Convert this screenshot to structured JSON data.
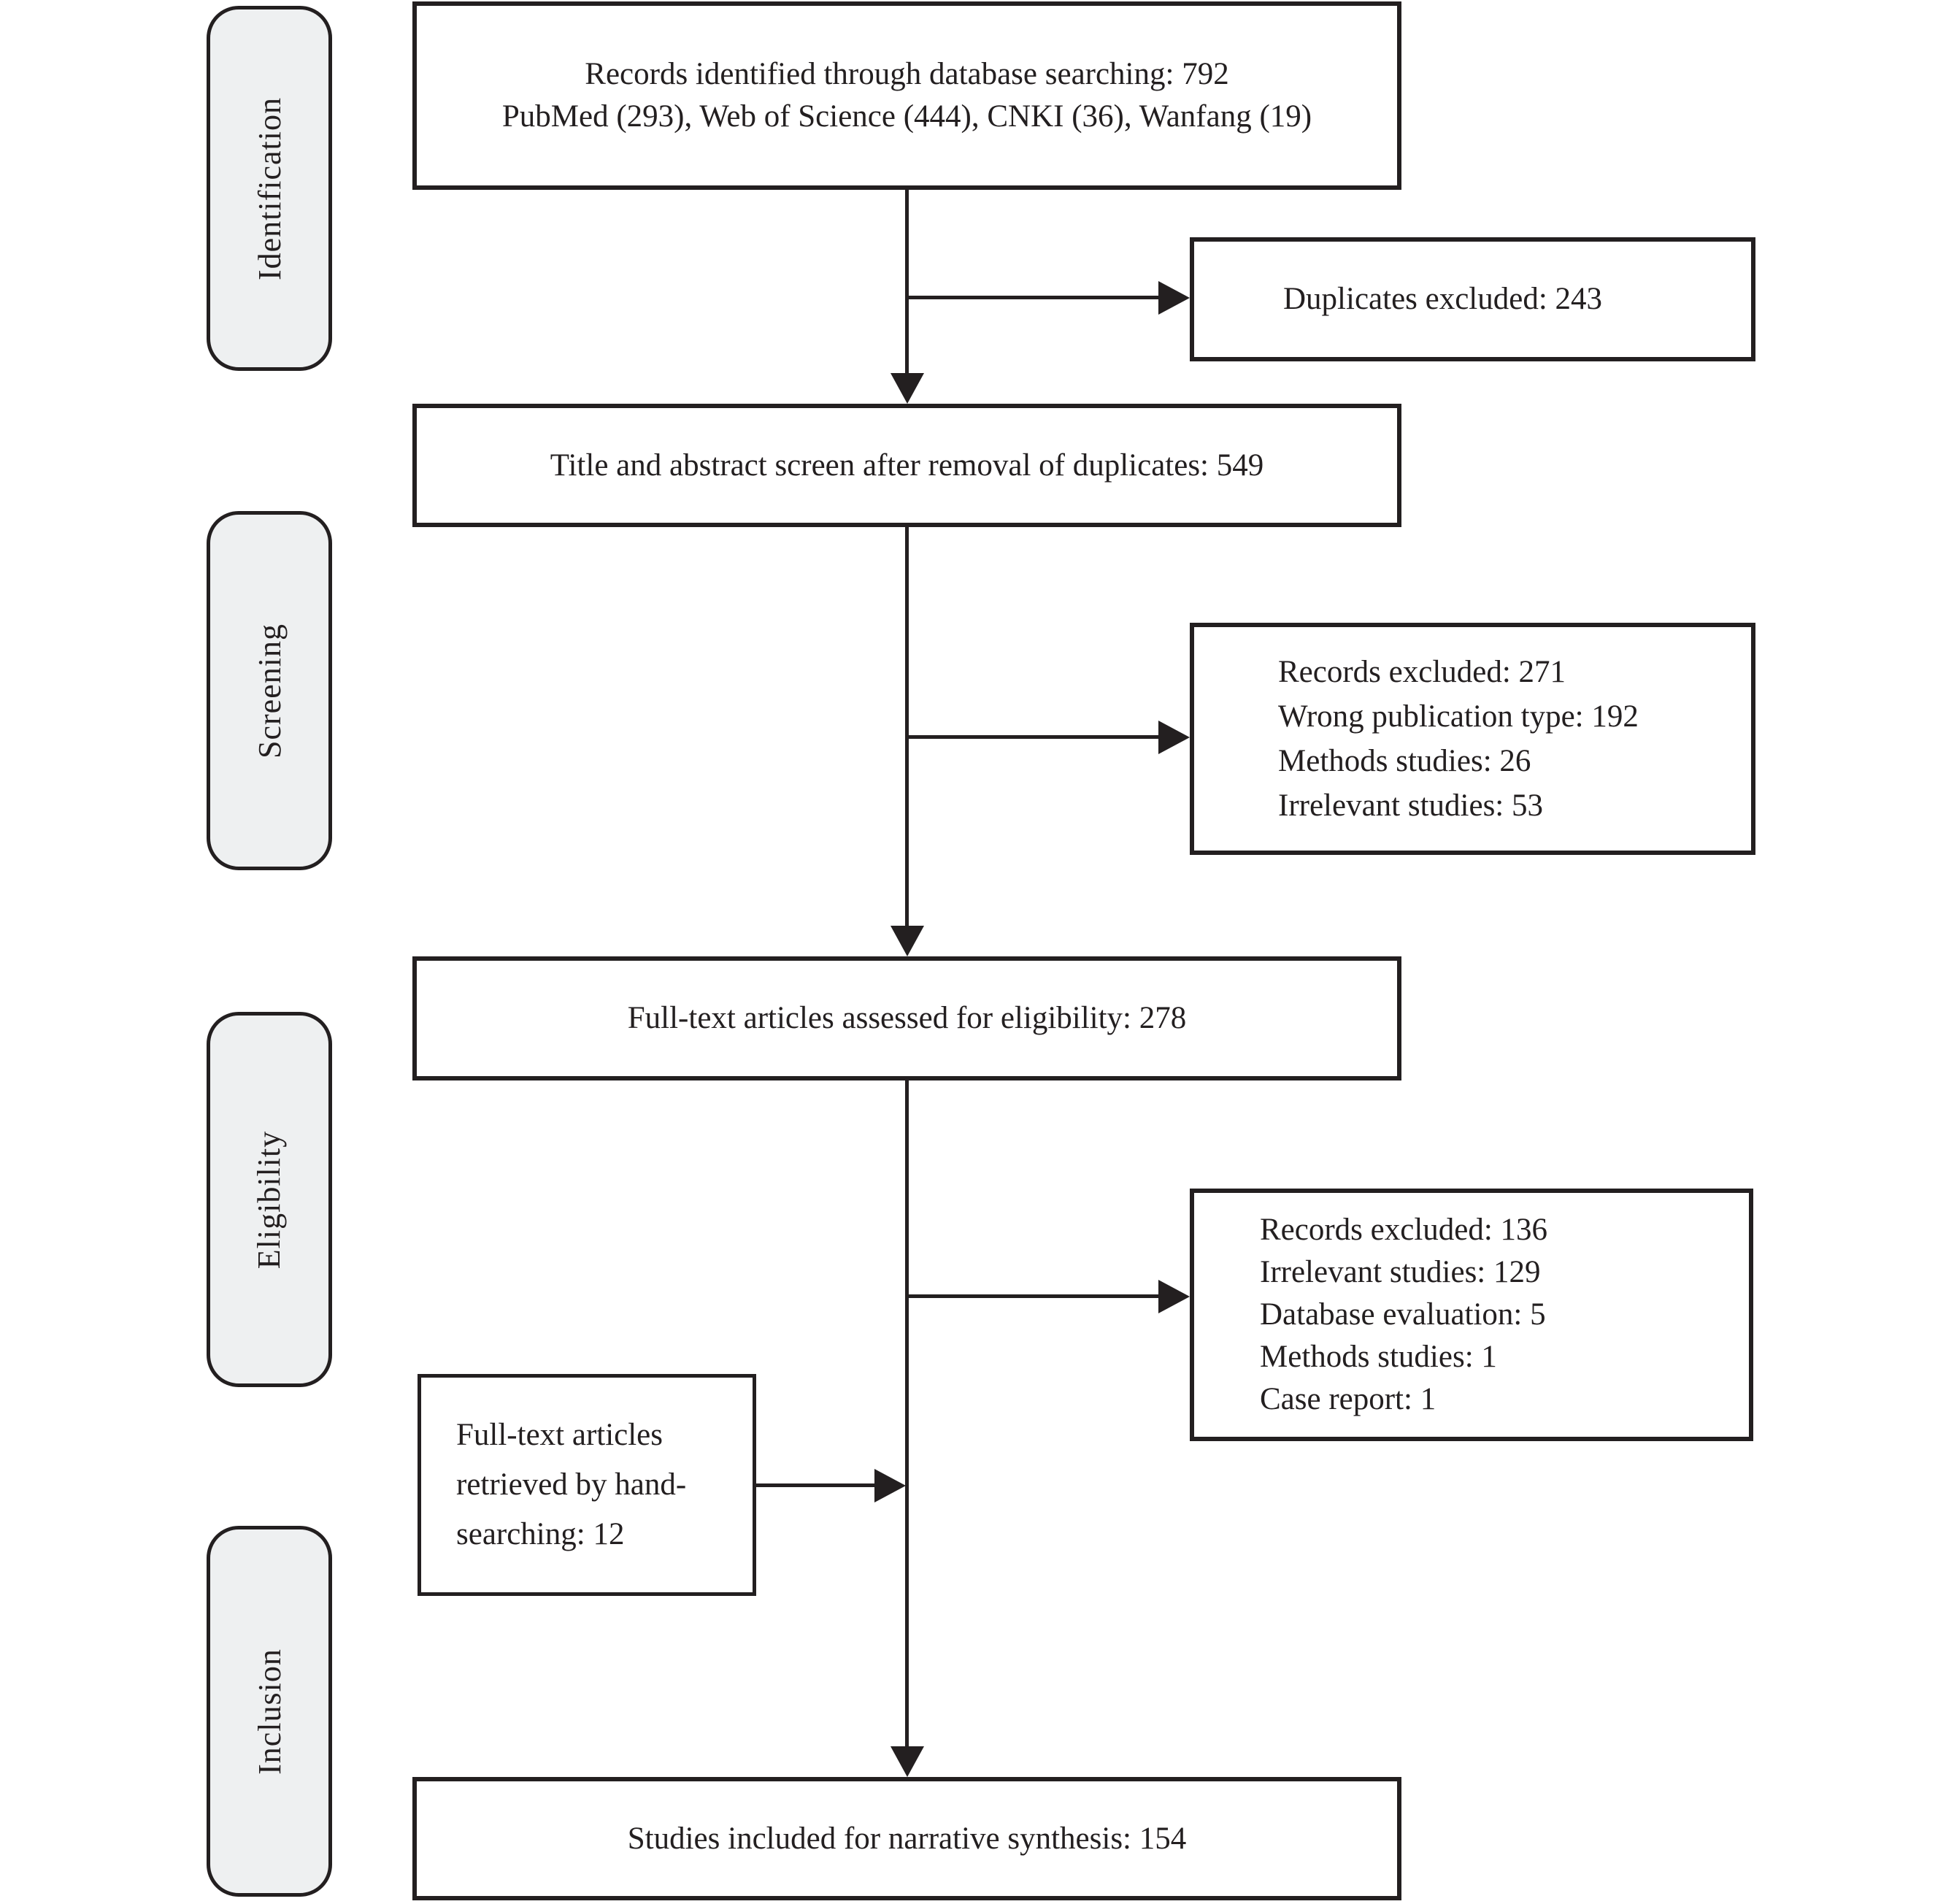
{
  "stages": [
    {
      "label": "Identification"
    },
    {
      "label": "Screening"
    },
    {
      "label": "Eligibility"
    },
    {
      "label": "Inclusion"
    }
  ],
  "boxes": {
    "identified": {
      "line1": "Records identified through database searching: 792",
      "line2": "PubMed (293), Web of Science (444), CNKI (36), Wanfang (19)"
    },
    "duplicates": {
      "text": "Duplicates excluded: 243"
    },
    "screen": {
      "text": "Title and abstract screen after removal of duplicates: 549"
    },
    "excluded_screening": {
      "lines": [
        "Records excluded: 271",
        "Wrong publication type: 192",
        "Methods studies: 26",
        "Irrelevant studies: 53"
      ]
    },
    "fulltext": {
      "text": "Full-text articles assessed for eligibility: 278"
    },
    "excluded_eligibility": {
      "lines": [
        "Records excluded: 136",
        "Irrelevant studies: 129",
        "Database evaluation: 5",
        "Methods studies: 1",
        "Case report: 1"
      ]
    },
    "handsearch": {
      "lines": [
        "Full-text articles",
        "retrieved by hand-",
        "searching: 12"
      ]
    },
    "included": {
      "text": "Studies included for narrative synthesis: 154"
    }
  },
  "colors": {
    "ink": "#231f20",
    "stage_fill": "#eef0f1",
    "background": "#ffffff"
  }
}
